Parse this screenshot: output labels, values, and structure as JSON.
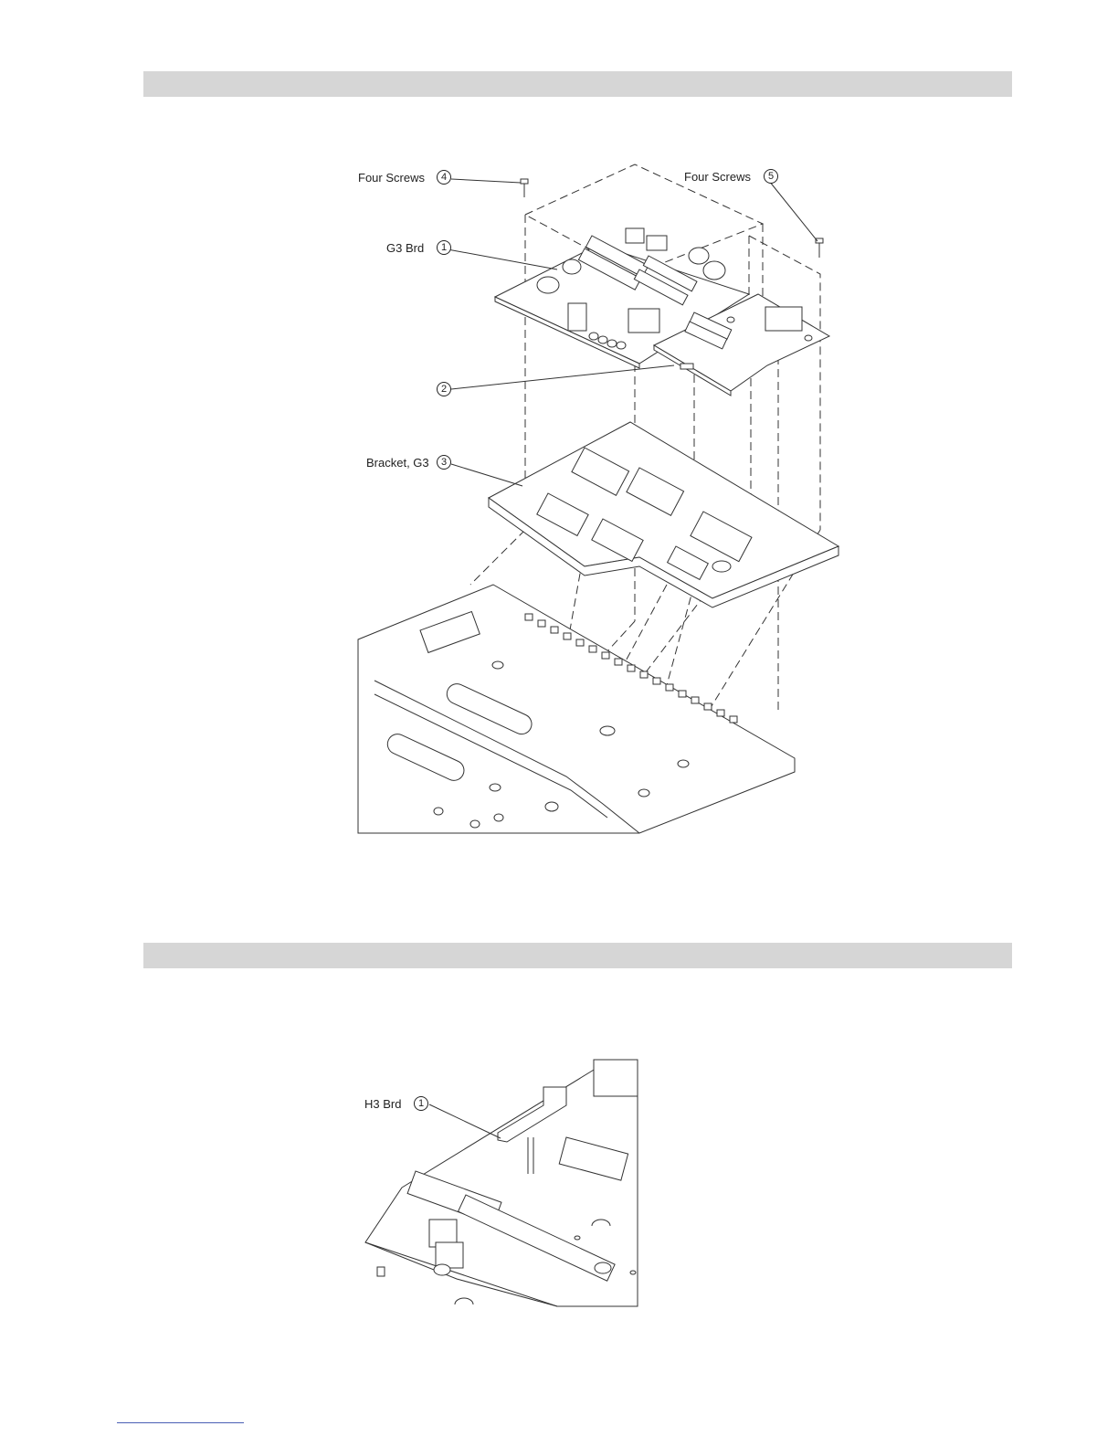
{
  "section_1": {
    "labels": {
      "screws_left": "Four Screws",
      "screws_left_num": "4",
      "screws_right": "Four Screws",
      "screws_right_num": "5",
      "board": "G3 Brd",
      "board_num": "1",
      "part_2_num": "2",
      "bracket": "Bracket, G3",
      "bracket_num": "3"
    }
  },
  "section_2": {
    "labels": {
      "board": "H3 Brd",
      "board_num": "1"
    }
  },
  "colors": {
    "band": "#d6d6d6",
    "line": "#333333",
    "footer_link": "#4a5fb5"
  }
}
